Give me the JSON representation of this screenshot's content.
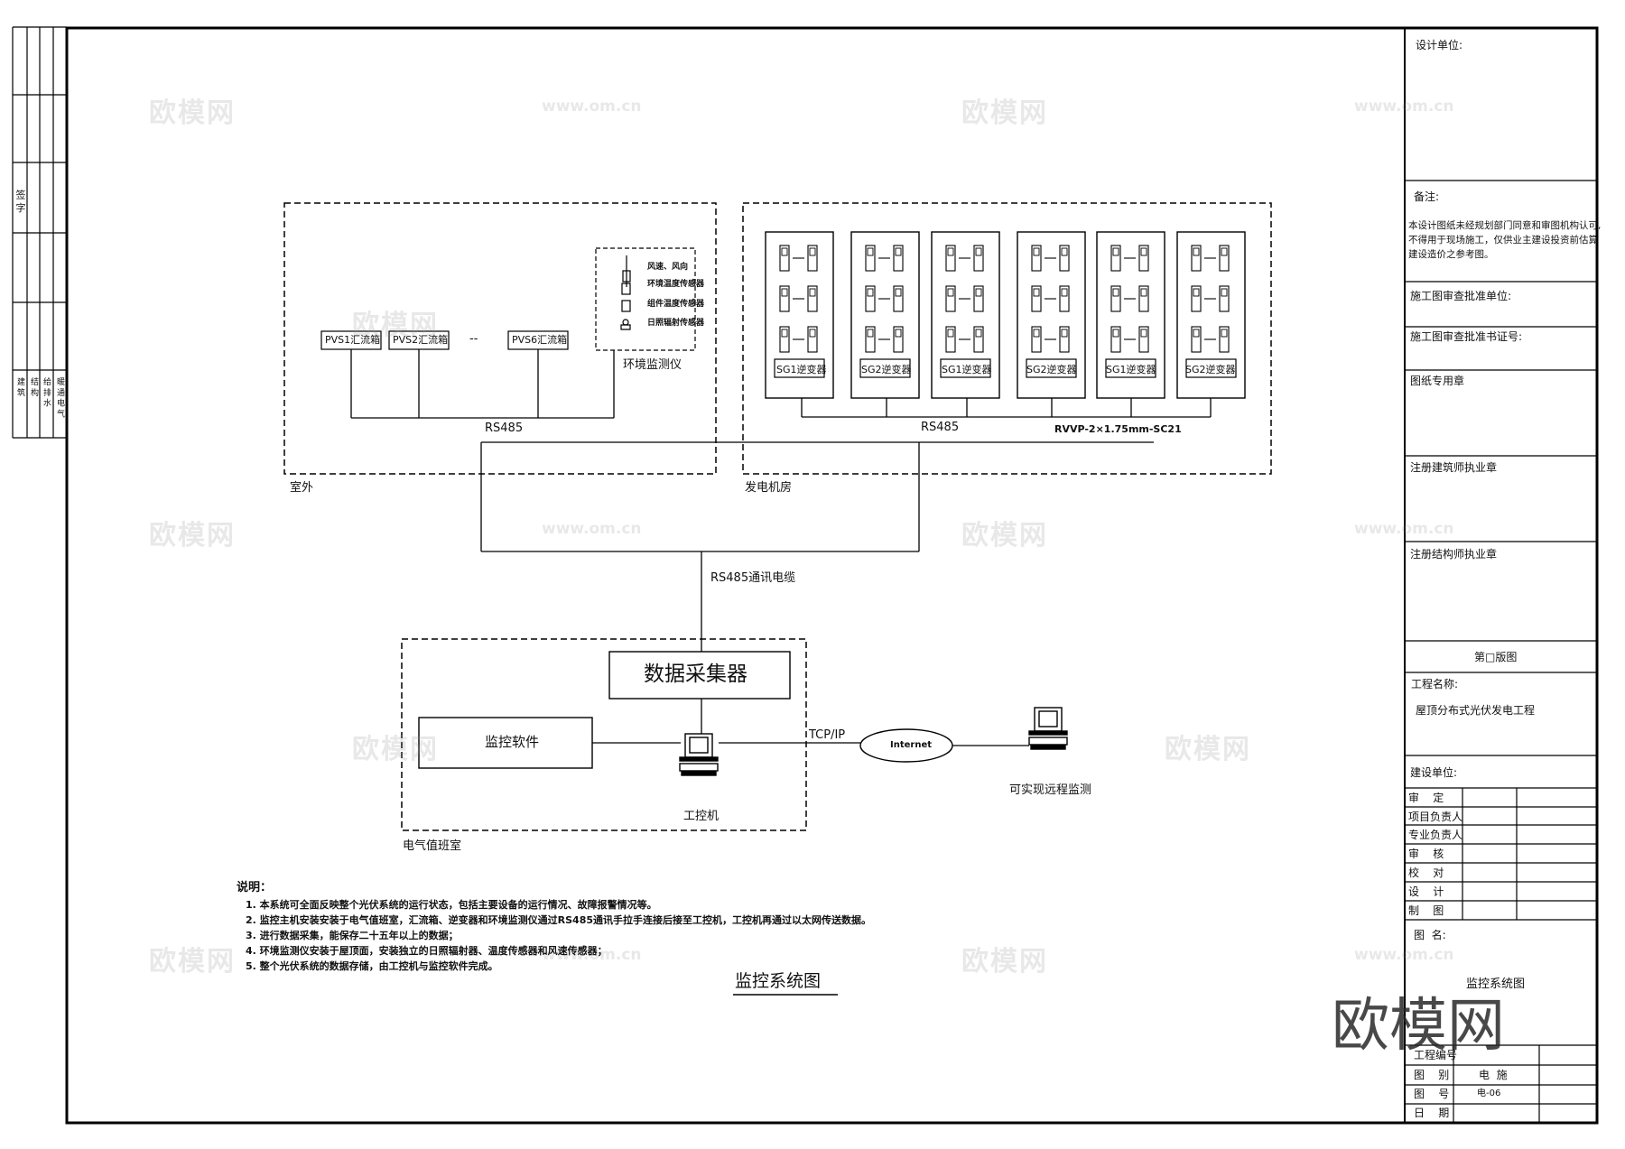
{
  "diagram": {
    "title": "监控系统图",
    "zones": {
      "outdoor": "室外",
      "generator_room": "发电机房",
      "electrical_room": "电气值班室"
    },
    "combiner_boxes": [
      "PVS1汇流箱",
      "PVS2汇流箱",
      "PVS6汇流箱"
    ],
    "combiner_ellipsis": "--",
    "env_monitor": {
      "label": "环境监测仪",
      "items": [
        "风速、风向",
        "环境温度传感器",
        "组件温度传感器",
        "日照辐射传感器"
      ]
    },
    "inverters": [
      "SG1逆变器",
      "SG2逆变器",
      "SG1逆变器",
      "SG2逆变器",
      "SG1逆变器",
      "SG2逆变器"
    ],
    "bus_labels": {
      "rs485_left": "RS485",
      "rs485_right": "RS485",
      "cable_spec": "RVVP-2×1.75mm-SC21",
      "comm_cable": "RS485通讯电缆"
    },
    "data_collector": "数据采集器",
    "monitor_software": "监控软件",
    "industrial_pc": "工控机",
    "tcp_ip": "TCP/IP",
    "internet": "Internet",
    "remote_pc": "可实现远程监测",
    "notes": {
      "heading": "说明：",
      "items": [
        "1. 本系统可全面反映整个光伏系统的运行状态，包括主要设备的运行情况、故障报警情况等。",
        "2. 监控主机安装安装于电气值班室，汇流箱、逆变器和环境监测仪通过RS485通讯手拉手连接后接至工控机，工控机再通过以太网传送数据。",
        "3. 进行数据采集，能保存二十五年以上的数据；",
        "4. 环境监测仪安装于屋顶面，安装独立的日照辐射器、温度传感器和风速传感器；",
        "5. 整个光伏系统的数据存储，由工控机与监控软件完成。"
      ]
    }
  },
  "title_block": {
    "design_unit": "设计单位:",
    "remarks_label": "备注:",
    "remarks_text": [
      "本设计图纸未经规划部门同意和审图机构认可,",
      "不得用于现场施工，仅供业主建设投资前估算",
      "建设造价之参考图。"
    ],
    "approval_unit": "施工图审查批准单位:",
    "approval_cert": "施工图审查批准书证号:",
    "drawing_seal": "图纸专用章",
    "architect_seal": "注册建筑师执业章",
    "structural_seal": "注册结构师执业章",
    "edition": "第□版图",
    "project_name_label": "工程名称:",
    "project_name": "屋顶分布式光伏发电工程",
    "client_label": "建设单位:",
    "signoff_rows": [
      "审    定",
      "项目负责人",
      "专业负责人",
      "审    核",
      "校    对",
      "设    计",
      "制    图"
    ],
    "drawing_name_label": "图  名:",
    "drawing_name": "监控系统图",
    "project_no_label": "工程编号",
    "category_label": "图    别",
    "category_value": "电  施",
    "sheet_no_label": "图    号",
    "sheet_no_value": "电-06",
    "date_label": "日    期"
  },
  "left_strip": {
    "top_text": "签 字",
    "bottom_text": [
      "建 筑",
      "结 构",
      "给 排 水",
      "暖 通 电 气"
    ]
  },
  "watermark": {
    "brand": "欧模网",
    "url": "www.om.cn"
  }
}
